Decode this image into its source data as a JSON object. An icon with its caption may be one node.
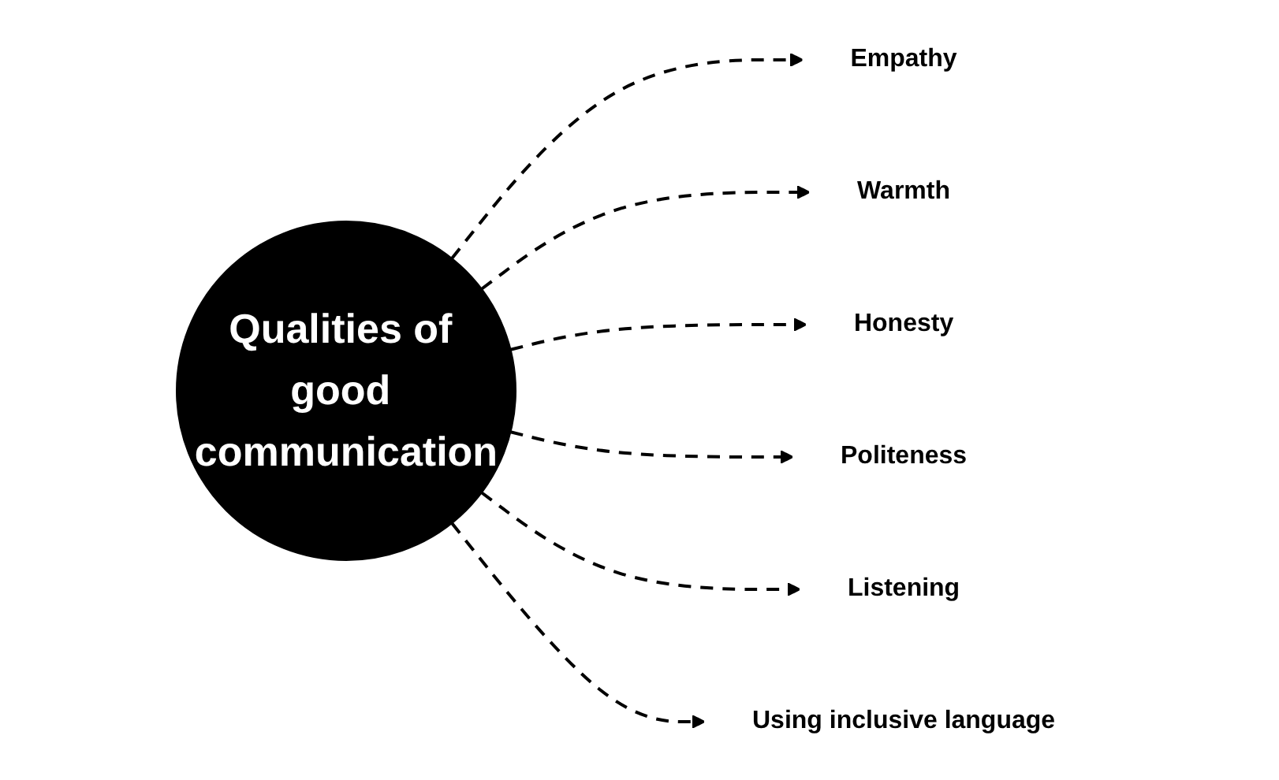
{
  "diagram": {
    "nodes": [
      {
        "text": [
          "Qualities of good communication"
        ]
      },
      {
        "text": [
          "Empathy"
        ]
      },
      {
        "text": [
          "Warmth"
        ]
      },
      {
        "text": [
          "Honesty"
        ]
      },
      {
        "text": [
          "Politeness"
        ]
      },
      {
        "text": [
          "Listening"
        ]
      },
      {
        "text": [
          "Using inclusive language"
        ]
      }
    ],
    "edges": [
      {
        "from": 0,
        "to": 1,
        "arrow": "to",
        "style": "dashed"
      },
      {
        "from": 0,
        "to": 2,
        "arrow": "to",
        "style": "dashed"
      },
      {
        "from": 0,
        "to": 3,
        "arrow": "to",
        "style": "dashed"
      },
      {
        "from": 0,
        "to": 4,
        "arrow": "to",
        "style": "dashed"
      },
      {
        "from": 0,
        "to": 5,
        "arrow": "to",
        "style": "dashed"
      },
      {
        "from": 0,
        "to": 6,
        "arrow": "to",
        "style": "dashed"
      }
    ]
  }
}
